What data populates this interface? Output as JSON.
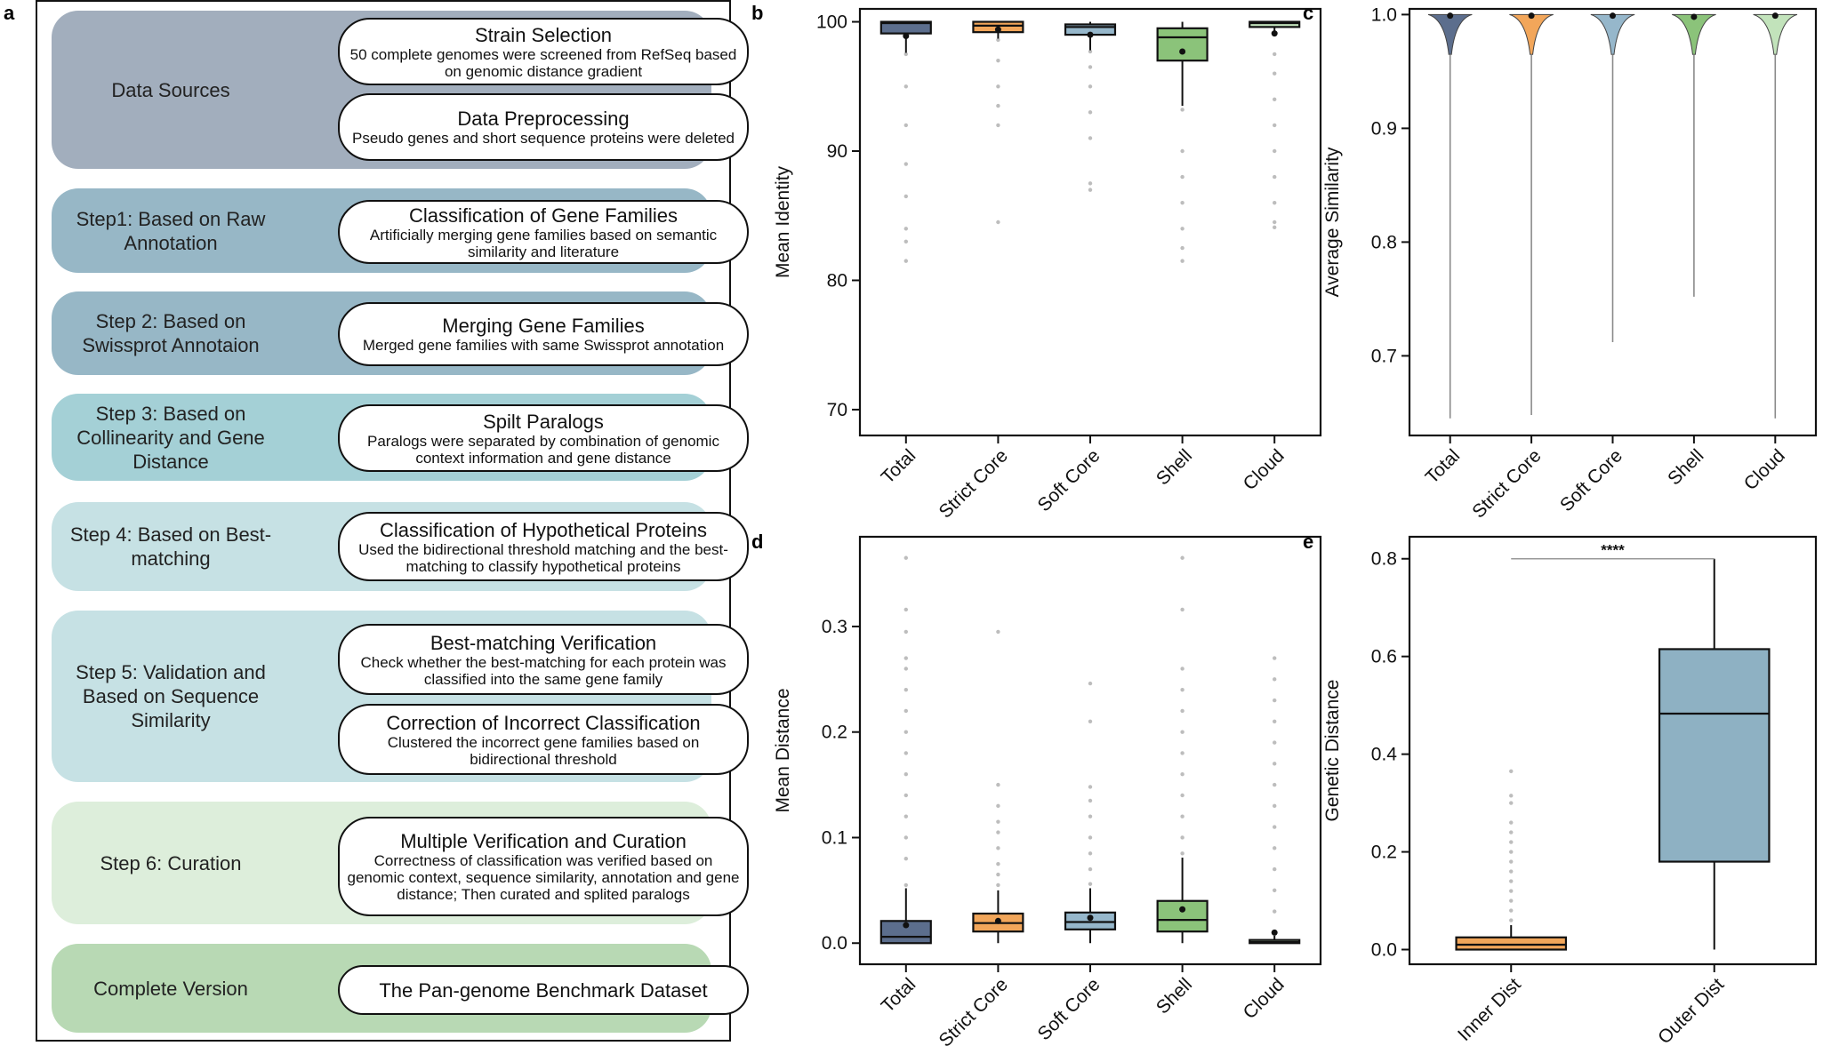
{
  "panel_letters": {
    "a": "a",
    "b": "b",
    "c": "c",
    "d": "d",
    "e": "e"
  },
  "workflow": {
    "stages": [
      {
        "label": "Data Sources",
        "color": "#a2aebd",
        "boxes": [
          {
            "title": "Strain Selection",
            "desc": "50 complete genomes were screened from RefSeq based on genomic distance gradient"
          },
          {
            "title": "Data Preprocessing",
            "desc": "Pseudo genes and short sequence proteins were deleted"
          }
        ]
      },
      {
        "label": "Step1: Based on Raw Annotation",
        "color": "#97b7c6",
        "boxes": [
          {
            "title": "Classification of Gene Families",
            "desc": "Artificially merging gene families based on semantic similarity and literature"
          }
        ]
      },
      {
        "label": "Step 2: Based on Swissprot Annotaion",
        "color": "#97b7c6",
        "boxes": [
          {
            "title": "Merging Gene Families",
            "desc": "Merged gene families with same Swissprot annotation"
          }
        ]
      },
      {
        "label": "Step 3: Based on Collinearity and Gene Distance",
        "color": "#a4d0d6",
        "boxes": [
          {
            "title": "Spilt Paralogs",
            "desc": "Paralogs were separated by combination of genomic context information and gene distance"
          }
        ]
      },
      {
        "label": "Step 4: Based on Best-matching",
        "color": "#c6e1e4",
        "boxes": [
          {
            "title": "Classification of Hypothetical Proteins",
            "desc": "Used the bidirectional threshold matching and the best-matching to classify hypothetical proteins"
          }
        ]
      },
      {
        "label": "Step 5: Validation and Based on Sequence Similarity",
        "color": "#c6e1e4",
        "boxes": [
          {
            "title": "Best-matching Verification",
            "desc": "Check whether the best-matching for each protein was classified into the same gene family"
          },
          {
            "title": "Correction of Incorrect Classification",
            "desc": "Clustered the incorrect gene families based on bidirectional threshold"
          }
        ]
      },
      {
        "label": "Step 6: Curation",
        "color": "#ddeedb",
        "boxes": [
          {
            "title": "Multiple Verification and Curation",
            "desc": "Correctness of classification was verified based on genomic context, sequence similarity, annotation and gene distance; Then curated and splited paralogs"
          }
        ]
      },
      {
        "label": "Complete Version",
        "color": "#b8d9b4",
        "boxes": [
          {
            "title": "The Pan-genome Benchmark Dataset",
            "desc": ""
          }
        ]
      }
    ]
  },
  "colors": {
    "total": "#5c6e8d",
    "strict_core": "#f2a65a",
    "soft_core": "#96b7cb",
    "shell": "#8bc37a",
    "cloud": "#c2e3bb",
    "inner": "#f2a65a",
    "outer": "#8eb1c3",
    "outlier": "#bdbdbd"
  },
  "chart_data": [
    {
      "type": "box",
      "panel": "b",
      "ylabel": "Mean Identity",
      "ylim": [
        68,
        101
      ],
      "yticks": [
        70,
        80,
        90,
        100
      ],
      "categories": [
        "Total",
        "Strict Core",
        "Soft Core",
        "Shell",
        "Cloud"
      ],
      "boxes": [
        {
          "q1": 99.1,
          "median": 99.9,
          "q3": 100,
          "wlow": 97.6,
          "whigh": 100,
          "mean": 98.9,
          "outliers": [
            97.5,
            95,
            92,
            89,
            86.5,
            84,
            83,
            81.5
          ]
        },
        {
          "q1": 99.2,
          "median": 99.7,
          "q3": 100,
          "wlow": 98.7,
          "whigh": 100,
          "mean": 99.4,
          "outliers": [
            98.6,
            97,
            95,
            93.5,
            92,
            84.5
          ]
        },
        {
          "q1": 99,
          "median": 99.6,
          "q3": 99.8,
          "wlow": 97.8,
          "whigh": 100,
          "mean": 99.0,
          "outliers": [
            97.7,
            96.5,
            95,
            93,
            91,
            87.5,
            87
          ]
        },
        {
          "q1": 97,
          "median": 98.8,
          "q3": 99.5,
          "wlow": 93.5,
          "whigh": 100,
          "mean": 97.7,
          "outliers": [
            93.2,
            90,
            88,
            86,
            84,
            82.5,
            81.5
          ]
        },
        {
          "q1": 99.6,
          "median": 99.9,
          "q3": 100,
          "wlow": 99.2,
          "whigh": 100,
          "mean": 99.1,
          "outliers": [
            99,
            97.5,
            96,
            94,
            92,
            90,
            88,
            86,
            84.5,
            84.1
          ]
        }
      ]
    },
    {
      "type": "violin",
      "panel": "c",
      "ylabel": "Average Similarity",
      "ylim": [
        0.63,
        1.005
      ],
      "yticks": [
        0.7,
        0.8,
        0.9,
        1.0
      ],
      "categories": [
        "Total",
        "Strict Core",
        "Soft Core",
        "Shell",
        "Cloud"
      ],
      "violins": [
        {
          "min": 0.645,
          "max": 1.0,
          "mean": 0.999
        },
        {
          "min": 0.648,
          "max": 1.0,
          "mean": 0.999
        },
        {
          "min": 0.712,
          "max": 1.0,
          "mean": 0.999
        },
        {
          "min": 0.752,
          "max": 1.0,
          "mean": 0.998
        },
        {
          "min": 0.645,
          "max": 1.0,
          "mean": 0.999
        }
      ]
    },
    {
      "type": "box",
      "panel": "d",
      "ylabel": "Mean Distance",
      "ylim": [
        -0.02,
        0.385
      ],
      "yticks": [
        0.0,
        0.1,
        0.2,
        0.3
      ],
      "categories": [
        "Total",
        "Strict Core",
        "Soft Core",
        "Shell",
        "Cloud"
      ],
      "boxes": [
        {
          "q1": 0,
          "median": 0.006,
          "q3": 0.021,
          "wlow": 0,
          "whigh": 0.052,
          "mean": 0.017,
          "outliers": [
            0.055,
            0.08,
            0.1,
            0.12,
            0.14,
            0.16,
            0.18,
            0.2,
            0.22,
            0.24,
            0.26,
            0.27,
            0.295,
            0.316,
            0.365
          ]
        },
        {
          "q1": 0.011,
          "median": 0.019,
          "q3": 0.028,
          "wlow": 0,
          "whigh": 0.05,
          "mean": 0.021,
          "outliers": [
            0.055,
            0.065,
            0.075,
            0.09,
            0.105,
            0.115,
            0.13,
            0.15,
            0.295
          ]
        },
        {
          "q1": 0.013,
          "median": 0.02,
          "q3": 0.029,
          "wlow": 0,
          "whigh": 0.052,
          "mean": 0.024,
          "outliers": [
            0.056,
            0.07,
            0.085,
            0.1,
            0.12,
            0.135,
            0.148,
            0.21,
            0.246
          ]
        },
        {
          "q1": 0.011,
          "median": 0.022,
          "q3": 0.04,
          "wlow": 0,
          "whigh": 0.081,
          "mean": 0.032,
          "outliers": [
            0.085,
            0.1,
            0.12,
            0.14,
            0.16,
            0.18,
            0.2,
            0.22,
            0.24,
            0.26,
            0.316,
            0.365
          ]
        },
        {
          "q1": 0,
          "median": 0.001,
          "q3": 0.003,
          "wlow": 0,
          "whigh": 0.007,
          "mean": 0.01,
          "outliers": [
            0.01,
            0.03,
            0.05,
            0.07,
            0.09,
            0.11,
            0.13,
            0.15,
            0.17,
            0.19,
            0.21,
            0.23,
            0.25,
            0.27
          ]
        }
      ]
    },
    {
      "type": "box",
      "panel": "e",
      "ylabel": "Genetic Distance",
      "ylim": [
        -0.03,
        0.845
      ],
      "yticks": [
        0.0,
        0.2,
        0.4,
        0.6,
        0.8
      ],
      "categories": [
        "Inner Dist",
        "Outer Dist"
      ],
      "significance": "****",
      "boxes": [
        {
          "q1": 0.0,
          "median": 0.01,
          "q3": 0.025,
          "wlow": 0,
          "whigh": 0.05,
          "outliers": [
            0.06,
            0.08,
            0.1,
            0.12,
            0.14,
            0.16,
            0.18,
            0.2,
            0.22,
            0.24,
            0.26,
            0.3,
            0.315,
            0.365
          ]
        },
        {
          "q1": 0.18,
          "median": 0.483,
          "q3": 0.615,
          "wlow": 0.0,
          "whigh": 0.8,
          "outliers": []
        }
      ]
    }
  ]
}
